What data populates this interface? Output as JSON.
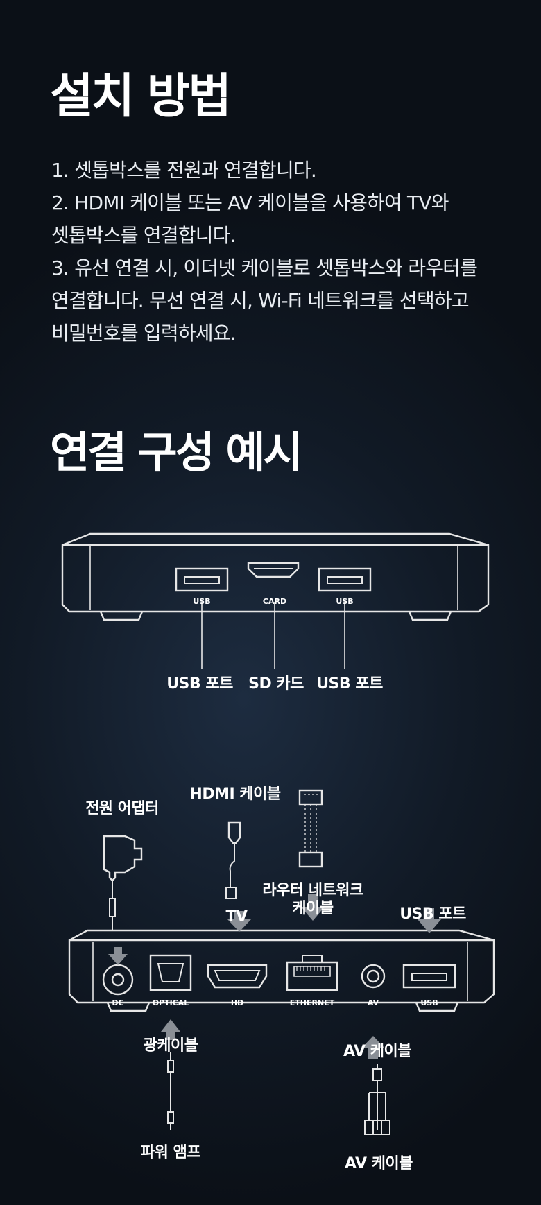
{
  "install": {
    "title": "설치 방법",
    "lines": [
      "1. 셋톱박스를 전원과 연결합니다.",
      "2. HDMI 케이블 또는 AV 케이블을 사용하여 TV와",
      "셋톱박스를 연결합니다.",
      "3. 유선 연결 시, 이더넷 케이블로 셋톱박스와 라우터를",
      "연결합니다. 무선 연결 시, Wi-Fi 네트워크를 선택하고",
      "비밀번호를 입력하세요."
    ]
  },
  "config": {
    "title": "연결 구성 예시"
  },
  "front": {
    "port_labels": [
      "USB",
      "CARD",
      "USB"
    ],
    "callouts": [
      "USB 포트",
      "SD 카드",
      "USB 포트"
    ]
  },
  "back": {
    "port_labels": [
      "DC",
      "OPTICAL",
      "HD",
      "ETHERNET",
      "AV",
      "USB"
    ],
    "callouts": {
      "power_adapter": "전원 어댑터",
      "hdmi_cable": "HDMI 케이블",
      "tv": "TV",
      "router_cable_line1": "라우터 네트워크",
      "router_cable_line2": "케이블",
      "usb_port": "USB 포트",
      "optical_cable": "광케이블",
      "power_amp": "파워 앰프",
      "av_cable_top": "AV 케이블",
      "av_cable_bottom": "AV 케이블"
    }
  },
  "colors": {
    "background": "#0d141d",
    "line": "#e6e6e6",
    "arrow": "#8a8f96"
  }
}
